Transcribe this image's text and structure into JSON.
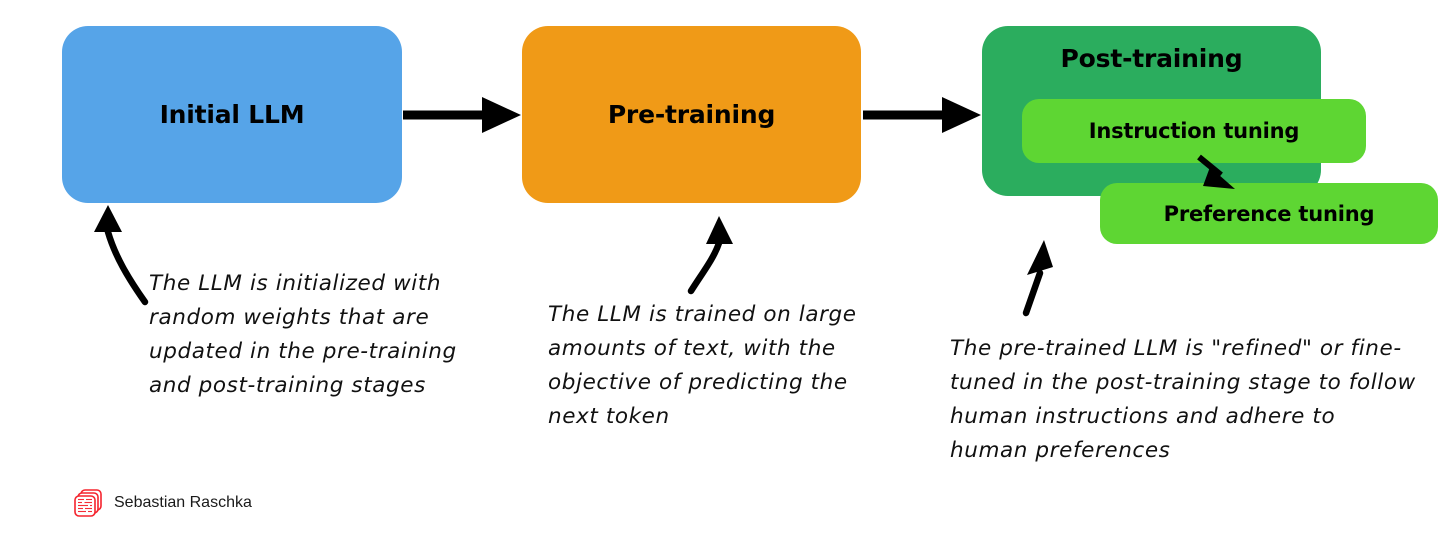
{
  "diagram": {
    "title": "LLM training stages",
    "background_color": "#ffffff",
    "stages": [
      {
        "id": "initial-llm",
        "label": "Initial LLM",
        "color": "#56a4e8"
      },
      {
        "id": "pre-training",
        "label": "Pre-training",
        "color": "#f09a17"
      },
      {
        "id": "post-training",
        "label": "Post-training",
        "color": "#2bad5e"
      }
    ],
    "substages": [
      {
        "id": "instruction-tuning",
        "label": "Instruction tuning",
        "color": "#5ed633"
      },
      {
        "id": "preference-tuning",
        "label": "Preference tuning",
        "color": "#5ed633"
      }
    ],
    "connectors": [
      {
        "id": "initial-to-pretraining",
        "from": "Initial LLM",
        "to": "Pre-training",
        "style": "straight-arrow",
        "color": "#000000"
      },
      {
        "id": "pretraining-to-posttraining",
        "from": "Pre-training",
        "to": "Post-training",
        "style": "straight-arrow",
        "color": "#000000"
      },
      {
        "id": "instruction-to-preference",
        "from": "Instruction tuning",
        "to": "Preference tuning",
        "style": "short-diagonal-arrow",
        "color": "#000000"
      },
      {
        "id": "note-arrow-initial",
        "from": "annotation",
        "to": "Initial LLM",
        "style": "curved-arrow",
        "color": "#000000"
      },
      {
        "id": "note-arrow-pretraining",
        "from": "annotation",
        "to": "Pre-training",
        "style": "curved-arrow",
        "color": "#000000"
      },
      {
        "id": "note-arrow-posttraining",
        "from": "annotation",
        "to": "Post-training",
        "style": "straight-diagonal-arrow",
        "color": "#000000"
      }
    ],
    "annotations": [
      {
        "id": "initial-llm-note",
        "text": "The LLM is initialized with random weights that are updated in the pre-training and post-training stages"
      },
      {
        "id": "pre-training-note",
        "text": "The LLM is trained on large amounts of text, with the objective of predicting the next token"
      },
      {
        "id": "post-training-note",
        "text": "The pre-trained LLM is \"refined\" or fine-tuned in the post-training stage to follow human instructions and adhere to human preferences"
      }
    ]
  },
  "footer": {
    "logo_icon": "stacked-cards-icon",
    "logo_color": "#f5232d",
    "author": "Sebastian Raschka"
  }
}
